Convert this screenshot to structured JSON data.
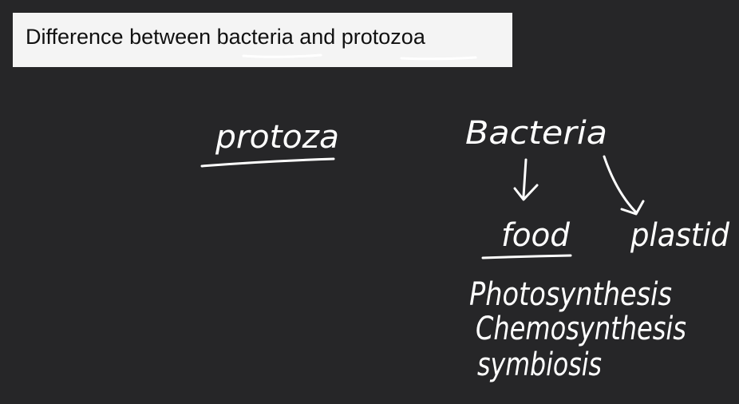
{
  "title": "Difference between bacteria and protozoa",
  "notes": {
    "left_heading": "protoza",
    "right_heading": "Bacteria",
    "branch_left": "food",
    "branch_right": "plastid",
    "list": [
      "Photosynthesis",
      "Chemosynthesis",
      "symbiosis"
    ]
  },
  "colors": {
    "background": "#262628",
    "title_box": "#f4f4f4",
    "title_text": "#111111",
    "ink": "#ffffff"
  }
}
